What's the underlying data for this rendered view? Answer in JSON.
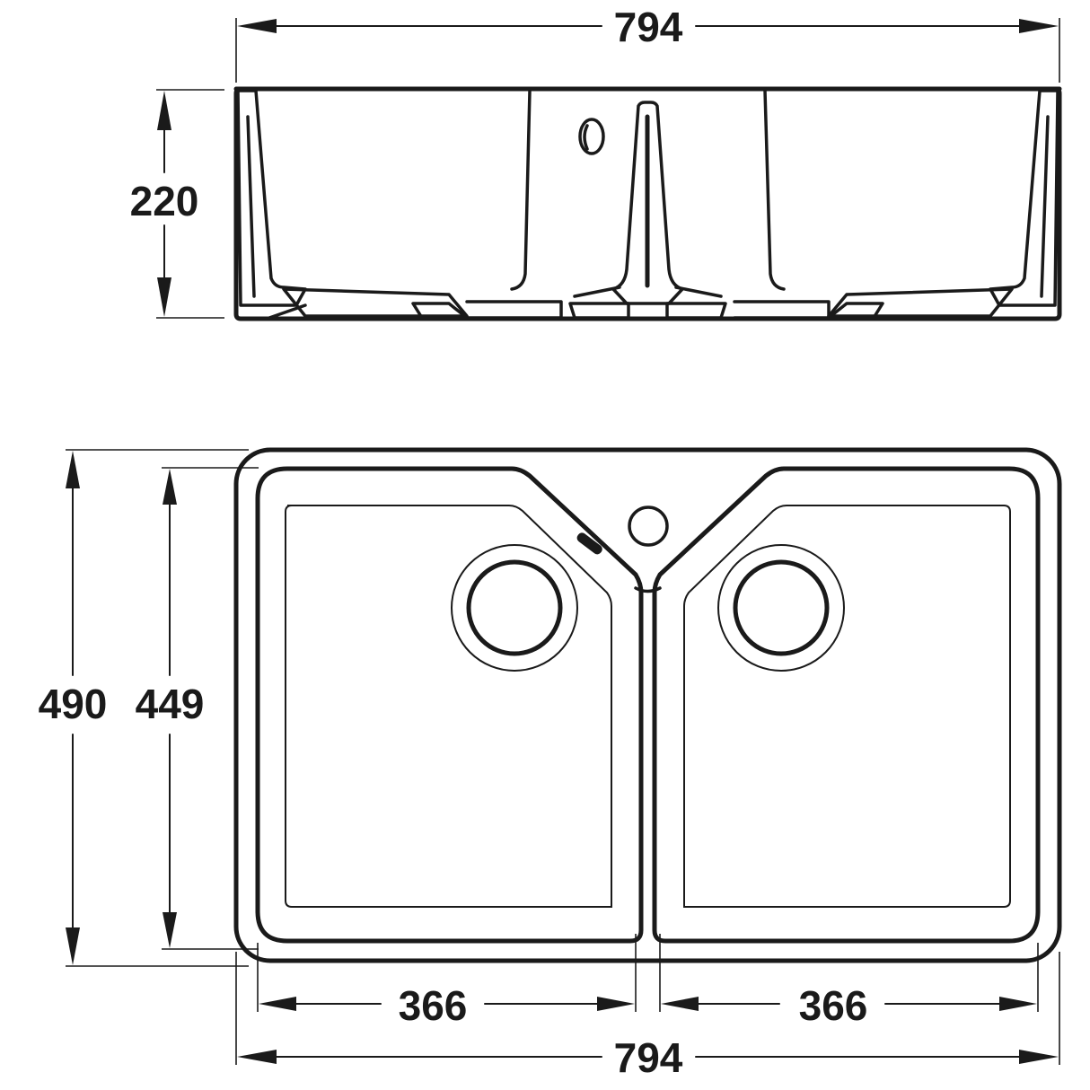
{
  "drawing": {
    "type": "double bowl sink technical drawing",
    "units": "mm",
    "line_color": "#1a1a1a",
    "background": "#ffffff"
  },
  "section_view": {
    "overall_width": "794",
    "height": "220"
  },
  "plan_view": {
    "overall_depth": "490",
    "bowl_depth": "449",
    "left_bowl_width": "366",
    "right_bowl_width": "366",
    "overall_width": "794"
  }
}
